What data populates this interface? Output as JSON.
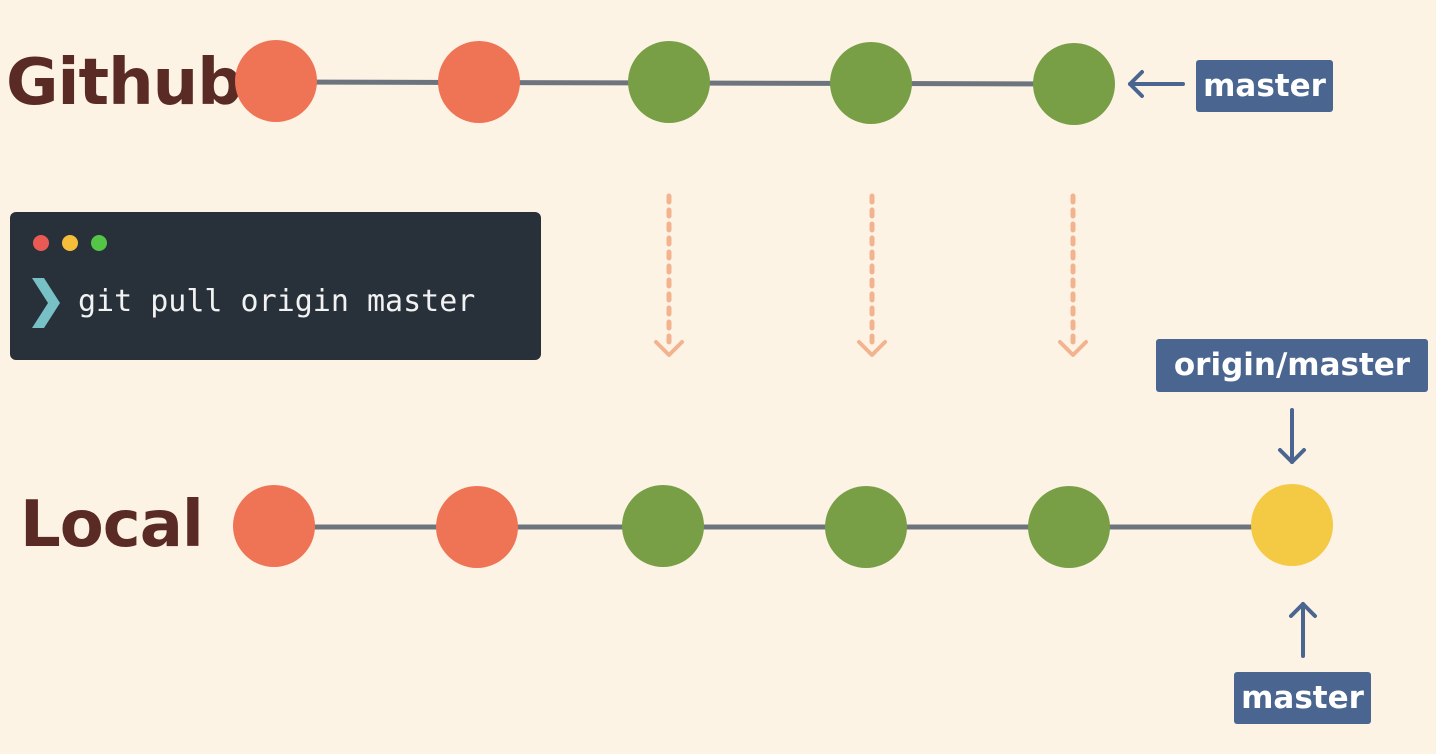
{
  "rows": {
    "github": {
      "label": "Github",
      "commit_colors": [
        "#ef7455",
        "#ef7455",
        "#789f46",
        "#789f46",
        "#789f46"
      ]
    },
    "local": {
      "label": "Local",
      "commit_colors": [
        "#ef7455",
        "#ef7455",
        "#789f46",
        "#789f46",
        "#789f46",
        "#f4c944"
      ]
    }
  },
  "branches": {
    "github_master": "master",
    "local_origin_master": "origin/master",
    "local_master": "master"
  },
  "terminal": {
    "prompt_icon": "chevron-right-icon",
    "command": "git pull origin master",
    "window_buttons": [
      "#ea5a54",
      "#f4be3a",
      "#55c547"
    ]
  },
  "colors": {
    "background": "#fdf3e5",
    "commit_red": "#ef7455",
    "commit_green": "#789f46",
    "commit_yellow": "#f4c944",
    "branch_line": "#6e747d",
    "pull_arrow": "#f2b38f",
    "pointer_arrow": "#4a6690",
    "label_text": "#5a2a24",
    "terminal_bg": "#28303a",
    "prompt_chevron": "#77c1c6"
  }
}
